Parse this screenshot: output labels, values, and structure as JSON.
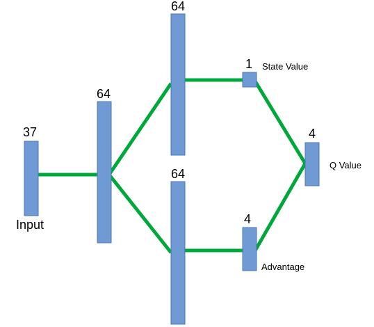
{
  "colors": {
    "layer_fill": "#6f9ad3",
    "layer_stroke": "#4a78b5",
    "edge": "#00a83c"
  },
  "layers": {
    "input": {
      "size": "37",
      "name": "Input"
    },
    "hidden": {
      "size": "64"
    },
    "value_stream": {
      "size": "64"
    },
    "advantage_stream": {
      "size": "64"
    },
    "state_value": {
      "size": "1",
      "name": "State Value"
    },
    "advantage": {
      "size": "4",
      "name": "Advantage"
    },
    "q_value": {
      "size": "4",
      "name": "Q Value"
    }
  }
}
